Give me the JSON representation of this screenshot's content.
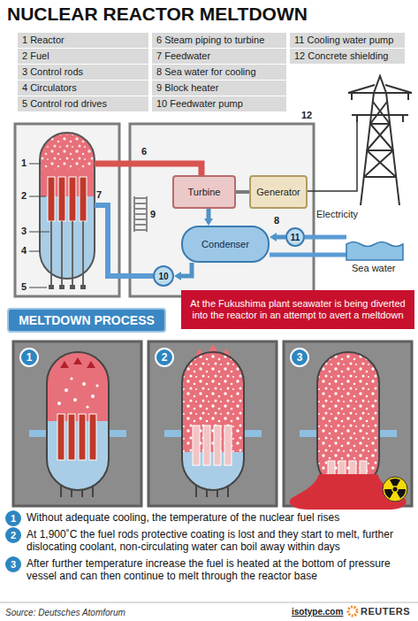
{
  "diagram": {
    "title": "NUCLEAR REACTOR MELTDOWN",
    "nodes": [
      {
        "text": [
          "Turbine"
        ]
      },
      {
        "text": [
          "Generator"
        ]
      },
      {
        "text": [
          "Condenser"
        ]
      },
      {
        "text": [
          "10"
        ]
      },
      {
        "text": [
          "11"
        ]
      },
      {
        "text": [
          "At the Fukushima plant seawater is being diverted into the reactor in an attempt to avert a meltdown"
        ]
      },
      {
        "text": [
          "MELTDOWN PROCESS"
        ]
      },
      {
        "text": [
          "1"
        ]
      },
      {
        "text": [
          "2"
        ]
      },
      {
        "text": [
          "3"
        ]
      },
      {
        "text": [
          "1"
        ]
      },
      {
        "text": [
          "2"
        ]
      },
      {
        "text": [
          "3"
        ]
      }
    ],
    "edges": [
      {
        "from": 0,
        "to": 2,
        "arrow": "to"
      },
      {
        "from": 0,
        "to": 1,
        "arrow": "none"
      },
      {
        "from": 2,
        "to": 3,
        "arrow": "to"
      },
      {
        "from": 4,
        "to": 2,
        "arrow": "to"
      }
    ],
    "labels": [
      "1 Reactor",
      "2 Fuel",
      "3 Control rods",
      "4 Circulators",
      "5 Control rod drives",
      "6 Steam piping to turbine",
      "7 Feedwater",
      "8 Sea water for cooling",
      "9 Block heater",
      "10 Feedwater pump",
      "11 Cooling water pump",
      "12 Concrete shielding",
      "1",
      "2",
      "3",
      "4",
      "5",
      "6",
      "7",
      "8",
      "9",
      "12",
      "Electricity",
      "Sea water",
      "Without adequate cooling, the temperature of the nuclear fuel rises",
      "At 1,900˚C the fuel rods protective coating is lost and they start to melt, further dislocating coolant, non-circulating water can boil away within days",
      "After further temperature increase the fuel is heated at the bottom of pressure vessel and can then continue to melt through the reactor base",
      "Source: Deutsches Atomforum",
      "isotype.com",
      "REUTERS"
    ]
  }
}
